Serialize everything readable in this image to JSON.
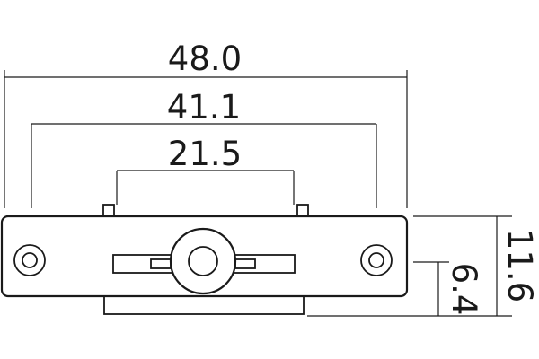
{
  "drawing": {
    "dimensions": {
      "overall_width": "48.0",
      "hole_spacing": "41.1",
      "tab_spacing": "21.5",
      "overall_height": "11.6",
      "base_height": "6.4"
    }
  }
}
